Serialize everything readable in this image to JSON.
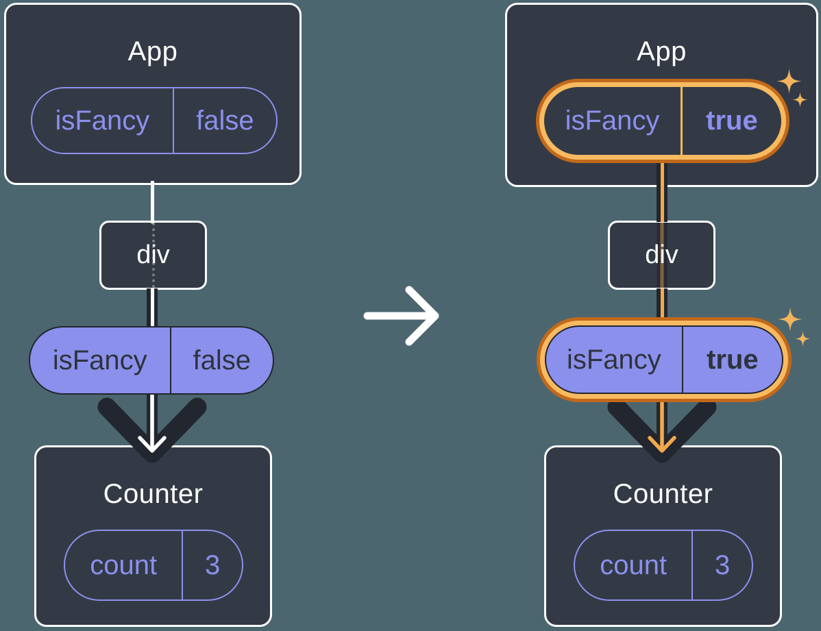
{
  "colors": {
    "background": "#4C6670",
    "card_fill": "#333A45",
    "card_border": "#FFFFFF",
    "white": "#FFFFFF",
    "purple": "#8B90EE",
    "purple_fill": "#8B90EC",
    "dark_ink": "#22262F",
    "text_on_purple": "#2E333D",
    "highlight_outer": "#C2691B",
    "highlight_inner": "#F7BA61",
    "highlight_line": "#F2A94E",
    "sparkle": "#F2B45F"
  },
  "before": {
    "app": {
      "title": "App",
      "prop_name": "isFancy",
      "prop_value": "false"
    },
    "div_label": "div",
    "passed": {
      "prop_name": "isFancy",
      "prop_value": "false"
    },
    "counter": {
      "title": "Counter",
      "state_name": "count",
      "state_value": "3"
    }
  },
  "after": {
    "app": {
      "title": "App",
      "prop_name": "isFancy",
      "prop_value": "true"
    },
    "div_label": "div",
    "passed": {
      "prop_name": "isFancy",
      "prop_value": "true"
    },
    "counter": {
      "title": "Counter",
      "state_name": "count",
      "state_value": "3"
    }
  }
}
